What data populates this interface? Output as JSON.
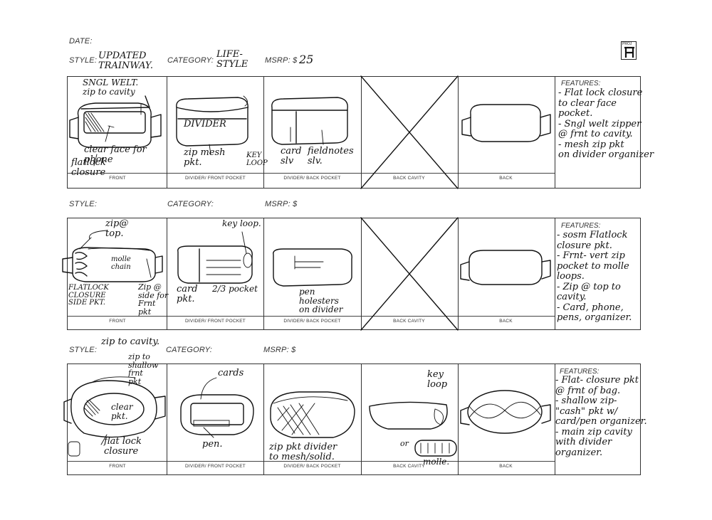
{
  "header": {
    "date_label": "DATE:",
    "logo_text": "PROJ"
  },
  "rows": [
    {
      "style_label": "STYLE:",
      "style_value": "UPDATED\nTRAINWAY.",
      "category_label": "CATEGORY:",
      "category_value": "LIFE-\nSTYLE",
      "msrp_label": "MSRP: $",
      "msrp_value": "25",
      "captions": [
        "FRONT",
        "DIVIDER/ FRONT POCKET",
        "DIVIDER/ BACK POCKET",
        "BACK CAVITY",
        "BACK"
      ],
      "features_label": "FEATURES:",
      "features_text": "- Flat lock closure\nto clear face\npocket.\n- Sngl welt zipper\n@ frnt to cavity.\n- mesh zip pkt\non divider organizer",
      "annotations": {
        "a1": "SNGL WELT.\nzip to cavity",
        "a2": "clear face for\nphone",
        "a3": "flatlock\nclosure",
        "a4": "DIVIDER",
        "a5": "zip mesh\npkt.",
        "a6": "KEY\nLOOP",
        "a7": "card\nslv",
        "a8": "fieldnotes\nslv."
      }
    },
    {
      "style_label": "STYLE:",
      "category_label": "CATEGORY:",
      "msrp_label": "MSRP: $",
      "captions": [
        "FRONT",
        "DIVIDER/ FRONT POCKET",
        "DIVIDER/ BACK POCKET",
        "BACK CAVITY",
        "BACK"
      ],
      "features_label": "FEATURES:",
      "features_text": "- sosm Flatlock\nclosure pkt.\n- Frnt- vert zip\npocket to molle\nloops.\n- Zip @ top to\ncavity.\n- Card, phone,\npens, organizer.",
      "annotations": {
        "b1": "zip@\ntop.",
        "b2": "molle\nchain",
        "b3": "FLATLOCK\nCLOSURE\nSIDE PKT.",
        "b4": "Zip @\nside for\nFrnt\npkt",
        "b5": "key loop.",
        "b6": "card\npkt.",
        "b7": "2/3 pocket",
        "b8": "pen\nholesters\non divider"
      }
    },
    {
      "style_label": "STYLE:",
      "category_label": "CATEGORY:",
      "msrp_label": "MSRP: $",
      "captions": [
        "FRONT",
        "DIVIDER/ FRONT POCKET",
        "DIVIDER/ BACK POCKET",
        "BACK CAVITY",
        "BACK"
      ],
      "features_label": "FEATURES:",
      "features_text": "- Flat- closure pkt\n@ frnt of bag.\n- shallow zip-\n\"cash\" pkt w/\ncard/pen organizer.\n- main zip cavity\nwith divider\norganizer.",
      "annotations": {
        "c1": "zip to cavity.",
        "c2": "zip to\nshallow\nfrnt\npkt",
        "c3": "clear\npkt.",
        "c4": "flat lock\nclosure",
        "c5": "cards",
        "c6": "pen.",
        "c7": "zip pkt divider\nto mesh/solid.",
        "c8": "key\nloop",
        "c9": "or",
        "c10": "molle."
      }
    }
  ]
}
